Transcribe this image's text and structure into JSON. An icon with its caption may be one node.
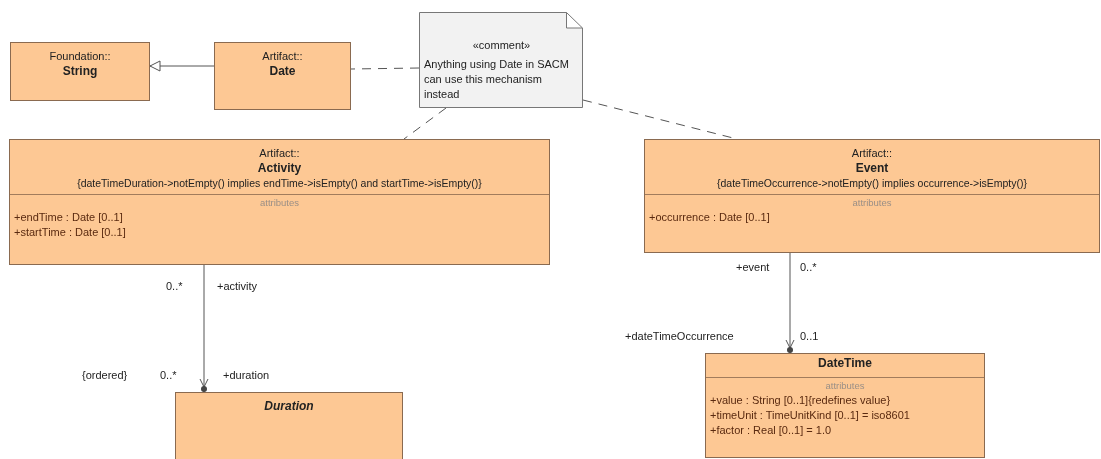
{
  "diagram": {
    "nodes": [
      {
        "text": [
          "Foundation::",
          "String"
        ]
      },
      {
        "text": [
          "Artifact::",
          "Date"
        ]
      },
      {
        "text": [
          "«comment»",
          "Anything using Date in SACM can use this mechanism instead"
        ]
      },
      {
        "text": [
          "Artifact::",
          "Activity",
          "{dateTimeDuration->notEmpty() implies endTime->isEmpty() and startTime->isEmpty()}",
          "attributes",
          "+endTime : Date [0..1]",
          "+startTime : Date [0..1]"
        ]
      },
      {
        "text": [
          "Artifact::",
          "Event",
          "{dateTimeOccurrence->notEmpty() implies occurrence->isEmpty()}",
          "attributes",
          "+occurrence : Date [0..1]"
        ]
      },
      {
        "text": [
          "Duration"
        ]
      },
      {
        "text": [
          "DateTime",
          "attributes",
          "+value : String [0..1]{redefines value}",
          "+timeUnit : TimeUnitKind [0..1] = iso8601",
          "+factor : Real [0..1] = 1.0"
        ]
      }
    ],
    "edges": [
      {
        "from": 1,
        "to": 0,
        "arrow": "to"
      },
      {
        "from": 2,
        "to": 1,
        "arrow": "none",
        "style": "dashed"
      },
      {
        "from": 2,
        "to": 3,
        "arrow": "none",
        "style": "dashed"
      },
      {
        "from": 2,
        "to": 4,
        "arrow": "none",
        "style": "dashed"
      },
      {
        "from": 3,
        "to": 5,
        "arrow": "to"
      },
      {
        "from": 4,
        "to": 6,
        "arrow": "to"
      }
    ],
    "labels": [
      "+event",
      "0..*",
      "0..*",
      "+activity",
      "+dateTimeOccurrence",
      "0..1",
      "{ordered}",
      "0..*",
      "+duration"
    ]
  }
}
